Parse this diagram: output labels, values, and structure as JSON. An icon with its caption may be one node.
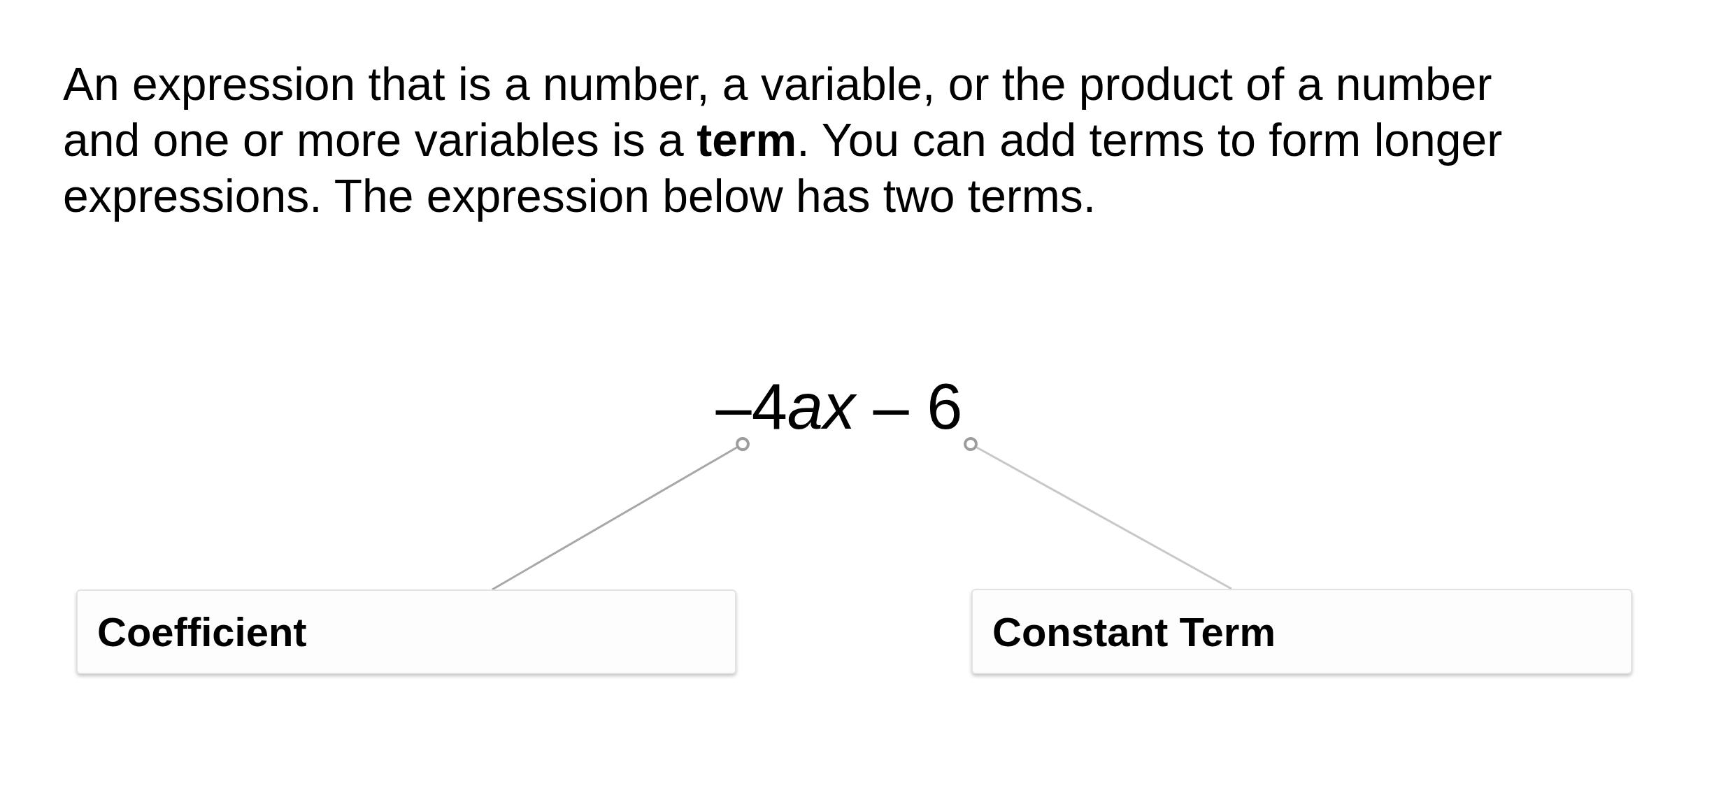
{
  "diagram": {
    "nodes": [
      {
        "text": [
          "–4ax – 6"
        ]
      },
      {
        "text": [
          "Coefficient"
        ]
      },
      {
        "text": [
          "Constant Term"
        ]
      }
    ],
    "edges": [
      {
        "from": 1,
        "to": 0,
        "arrow": "other"
      },
      {
        "from": 2,
        "to": 0,
        "arrow": "other",
        "color": "#c8c8c8"
      }
    ],
    "labels": [
      "An expression that is a number, a variable, or the product of a number and one or more variables is a **term**. You can add terms to form longer expressions. The expression below has two terms."
    ]
  }
}
